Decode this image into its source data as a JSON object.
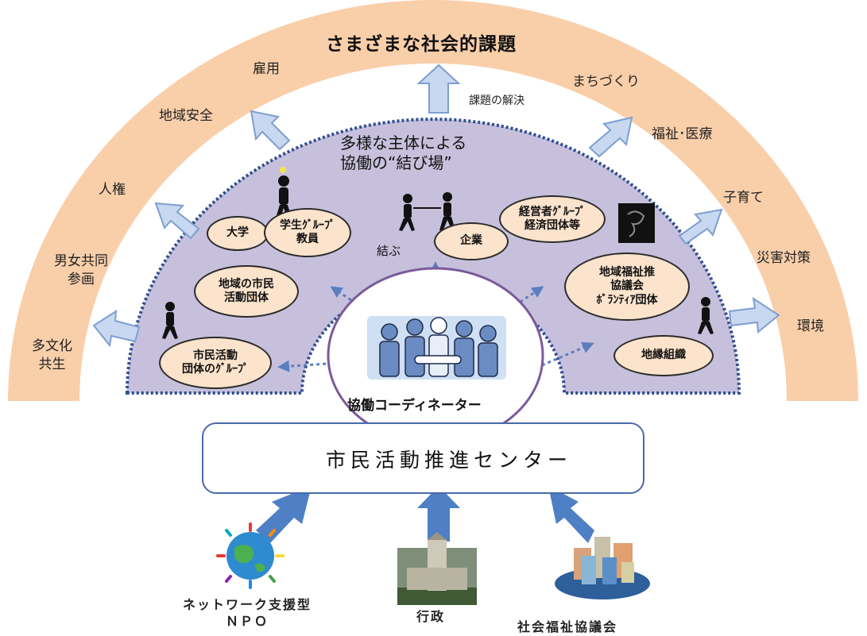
{
  "title": "さまざまな社会的課題",
  "issue_resolution": "課題の解決",
  "issues": {
    "koyou": "雇用",
    "chiiki_anzen": "地域安全",
    "jinken": "人権",
    "danjo": "男女共同\n参画",
    "tabunka": "多文化\n共生",
    "machizukuri": "まちづくり",
    "fukushi": "福祉･医療",
    "kosodate": "子育て",
    "saigai": "災害対策",
    "kankyo": "環境"
  },
  "platform": {
    "heading": "多様な主体による\n協働の“結び場”",
    "musubu": "結ぶ"
  },
  "organizations": {
    "daigaku": "大学",
    "gakusei": "学生ｸﾞﾙｰﾌﾟ\n教員",
    "kigyou": "企業",
    "keieisha": "経営者ｸﾞﾙｰﾌﾟ\n経済団体等",
    "chiiki_shimin": "地域の市民\n活動団体",
    "shimin_group": "市民活動\n団体のｸﾞﾙｰﾌﾟ",
    "chiiki_fukushi": "地域福祉推\n協議会\nﾎﾞﾗﾝﾃｨｱ団体",
    "chien": "地縁組織"
  },
  "coordinator": "協働コーディネーター",
  "center": "市民活動推進センター",
  "sources": {
    "npo": "ネットワーク支援型\nＮＰＯ",
    "gyousei": "行政",
    "shakyo": "社会福祉協議会"
  },
  "colors": {
    "outer_arc": "#f9cfaa",
    "inner_dome": "#c7c0dc",
    "arrow_fill": "#c8d8f0",
    "arrow_stroke": "#7d9fd2",
    "dotted_border": "#2f4f8f",
    "org_fill": "#fbe3cc",
    "source_arrow": "#4f7fc4"
  }
}
